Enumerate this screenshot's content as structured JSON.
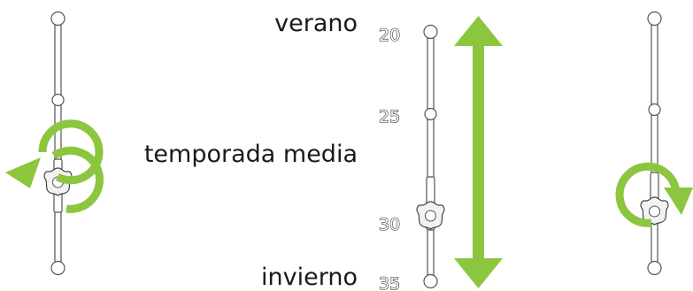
{
  "labels": {
    "summer": "verano",
    "mid_season": "temporada media",
    "winter": "invierno"
  },
  "scale": {
    "ticks": [
      "20",
      "25",
      "30",
      "35"
    ]
  },
  "icons": {
    "left": "rotate-counterclockwise-icon",
    "center": "vertical-double-arrow-icon",
    "right": "rotate-clockwise-icon"
  },
  "colors": {
    "accent": "#8cc63f",
    "line": "#555555",
    "text": "#1a1a1a"
  }
}
